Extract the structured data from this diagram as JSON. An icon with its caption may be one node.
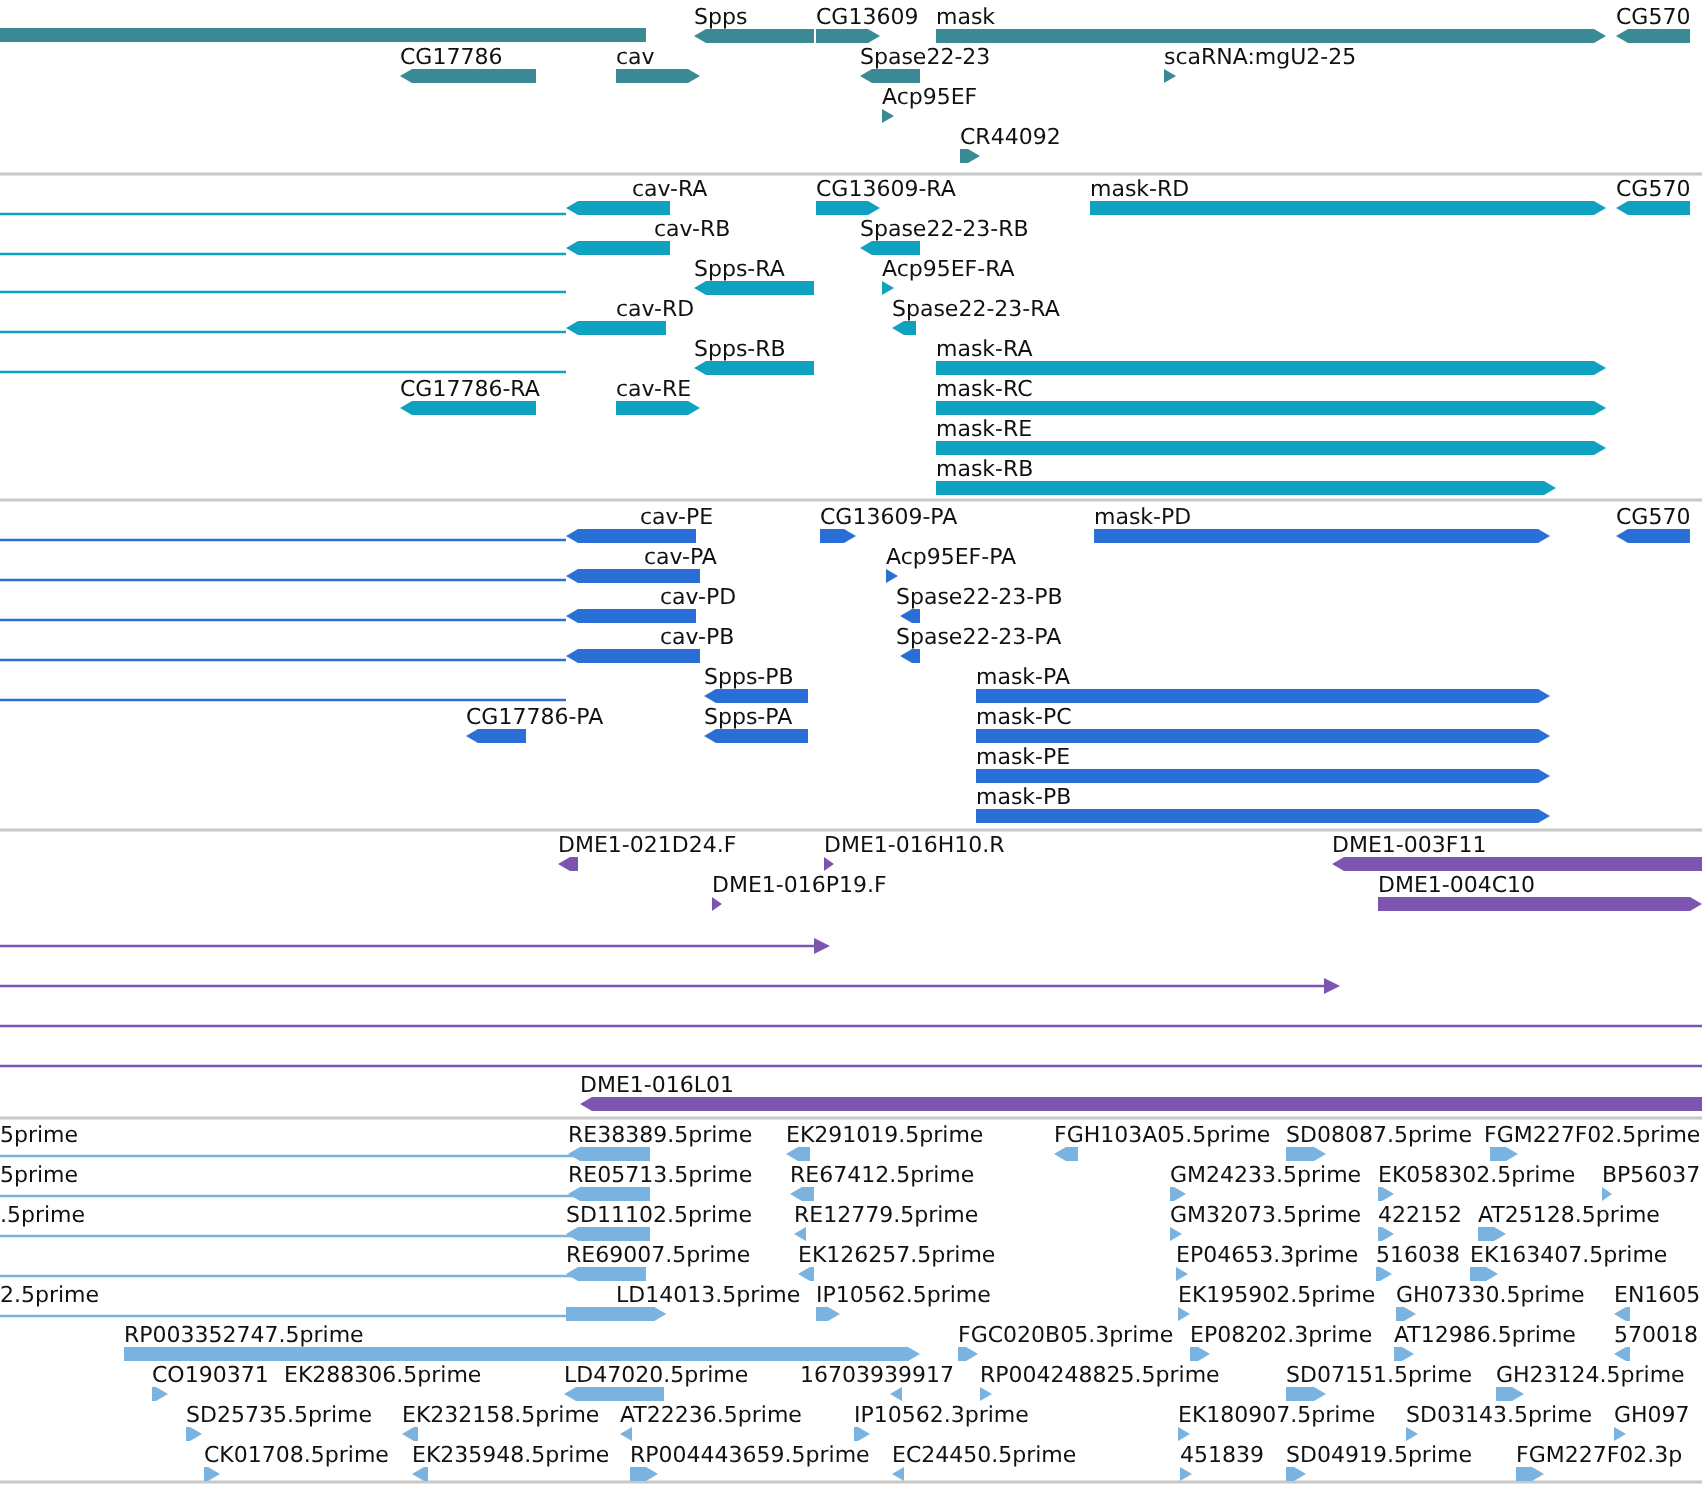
{
  "diagram": {
    "labels": [
      "Spps",
      "CG13609",
      "mask",
      "CG570",
      "CG17786",
      "cav",
      "Spase22-23",
      "scaRNA:mgU2-25",
      "Acp95EF",
      "CR44092",
      "cav-RA",
      "CG13609-RA",
      "mask-RD",
      "CG570",
      "cav-RB",
      "Spase22-23-RB",
      "Spps-RA",
      "Acp95EF-RA",
      "cav-RD",
      "Spase22-23-RA",
      "Spps-RB",
      "mask-RA",
      "CG17786-RA",
      "cav-RE",
      "mask-RC",
      "mask-RE",
      "mask-RB",
      "cav-PE",
      "CG13609-PA",
      "mask-PD",
      "CG570",
      "cav-PA",
      "Acp95EF-PA",
      "cav-PD",
      "Spase22-23-PB",
      "cav-PB",
      "Spase22-23-PA",
      "Spps-PB",
      "mask-PA",
      "CG17786-PA",
      "Spps-PA",
      "mask-PC",
      "mask-PE",
      "mask-PB",
      "DME1-021D24.F",
      "DME1-016H10.R",
      "DME1-003F11",
      "DME1-016P19.F",
      "DME1-004C10",
      "DME1-016L01",
      "5prime",
      "RE38389.5prime",
      "EK291019.5prime",
      "FGH103A05.5prime",
      "SD08087.5prime",
      "FGM227F02.5prime",
      "5prime",
      "RE05713.5prime",
      "RE67412.5prime",
      "GM24233.5prime",
      "EK058302.5prime",
      "BP56037",
      ".5prime",
      "SD11102.5prime",
      "RE12779.5prime",
      "GM32073.5prime",
      "422152",
      "AT25128.5prime",
      "RE69007.5prime",
      "EK126257.5prime",
      "EP04653.3prime",
      "516038",
      "EK163407.5prime",
      "2.5prime",
      "LD14013.5prime",
      "IP10562.5prime",
      "EK195902.5prime",
      "GH07330.5prime",
      "EN1605",
      "RP003352747.5prime",
      "FGC020B05.3prime",
      "EP08202.3prime",
      "AT12986.5prime",
      "570018",
      "CO190371",
      "EK288306.5prime",
      "LD47020.5prime",
      "16703939917",
      "RP004248825.5prime",
      "SD07151.5prime",
      "GH23124.5prime",
      "SD25735.5prime",
      "EK232158.5prime",
      "AT22236.5prime",
      "IP10562.3prime",
      "EK180907.5prime",
      "SD03143.5prime",
      "GH097",
      "CK01708.5prime",
      "EK235948.5prime",
      "RP004443659.5prime",
      "EC24450.5prime",
      "451839",
      "SD04919.5prime",
      "FGM227F02.3p"
    ]
  }
}
